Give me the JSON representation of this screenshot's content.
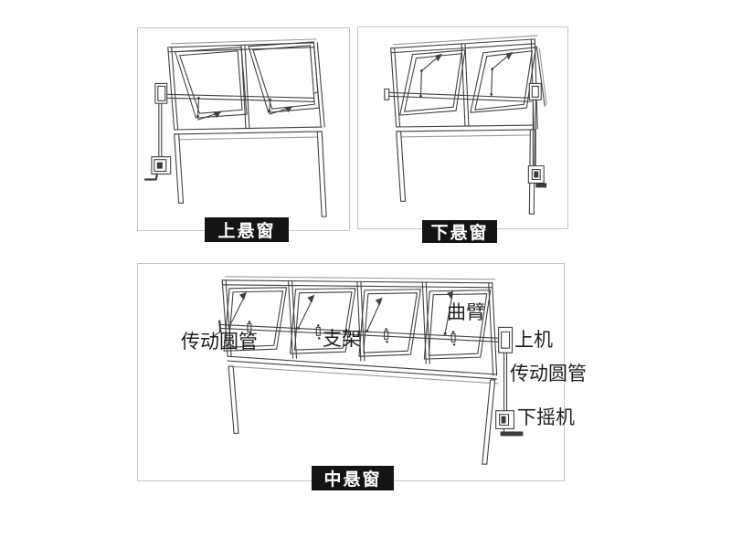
{
  "colors": {
    "line": "#404040",
    "line_light": "#9a9a9a",
    "panel_border": "#c6c6c6",
    "chip_bg": "#141414",
    "chip_text": "#ffffff",
    "annotation": "#1f1f1f",
    "dark_fill": "#3a3a3a"
  },
  "panels": [
    {
      "id": "top-hung",
      "caption": "上悬窗"
    },
    {
      "id": "bottom-hung",
      "caption": "下悬窗"
    },
    {
      "id": "center-hung",
      "caption": "中悬窗"
    }
  ],
  "annotations": [
    {
      "id": "drive-pipe-left",
      "text": "传动圆管"
    },
    {
      "id": "bracket",
      "text": "支架"
    },
    {
      "id": "crank-arm",
      "text": "曲臂"
    },
    {
      "id": "upper-machine",
      "text": "上机"
    },
    {
      "id": "drive-pipe-right",
      "text": "传动圆管"
    },
    {
      "id": "lower-crank-machine",
      "text": "下摇机"
    }
  ]
}
